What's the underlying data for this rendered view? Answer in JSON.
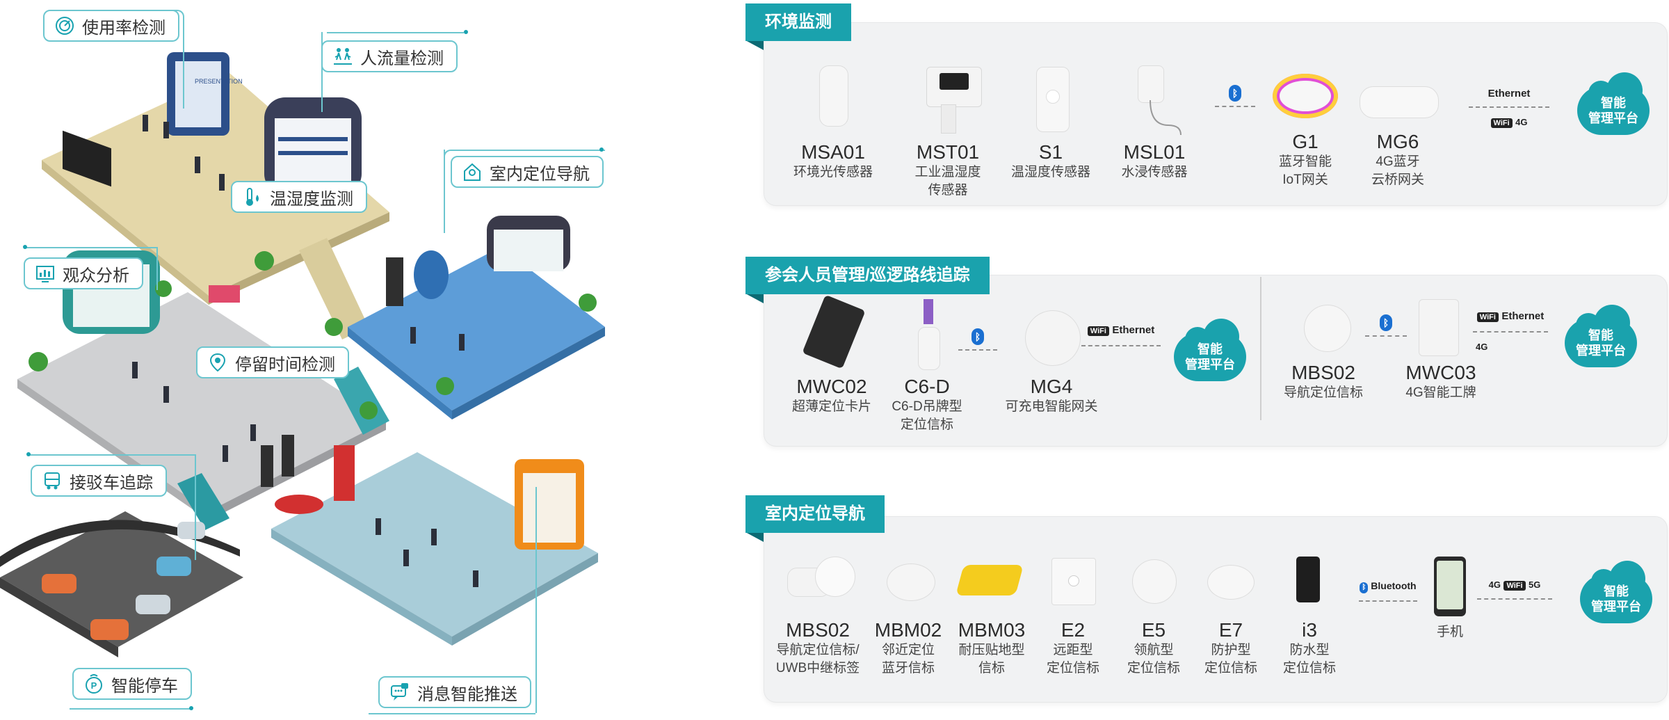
{
  "left": {
    "callouts": [
      {
        "id": "usage",
        "label": "使用率检测",
        "icon": "gauge-icon"
      },
      {
        "id": "flow",
        "label": "人流量检测",
        "icon": "people-walking-icon"
      },
      {
        "id": "nav",
        "label": "室内定位导航",
        "icon": "location-pin-icon"
      },
      {
        "id": "temp",
        "label": "温湿度监测",
        "icon": "thermometer-icon"
      },
      {
        "id": "audience",
        "label": "观众分析",
        "icon": "bar-chart-icon"
      },
      {
        "id": "dwell",
        "label": "停留时间检测",
        "icon": "map-marker-icon"
      },
      {
        "id": "shuttle",
        "label": "接驳车追踪",
        "icon": "shuttle-bus-icon"
      },
      {
        "id": "parking",
        "label": "智能停车",
        "icon": "parking-icon"
      },
      {
        "id": "push",
        "label": "消息智能推送",
        "icon": "chat-bubble-icon"
      }
    ],
    "sign_text": "PRESENTATION"
  },
  "sections": {
    "env": {
      "title": "环境监测",
      "devices": [
        {
          "name": "MSA01",
          "desc": [
            "环境光传感器"
          ]
        },
        {
          "name": "MST01",
          "desc": [
            "工业温湿度",
            "传感器"
          ]
        },
        {
          "name": "S1",
          "desc": [
            "温湿度传感器"
          ]
        },
        {
          "name": "MSL01",
          "desc": [
            "水浸传感器"
          ]
        },
        {
          "name": "G1",
          "desc": [
            "蓝牙智能",
            "IoT网关"
          ]
        },
        {
          "name": "MG6",
          "desc": [
            "4G蓝牙",
            "云桥网关"
          ]
        }
      ],
      "link": {
        "ethernet": "Ethernet",
        "wifi": "WiFi",
        "g4": "4G"
      },
      "cloud": [
        "智能",
        "管理平台"
      ]
    },
    "staff": {
      "title": "参会人员管理/巡逻路线追踪",
      "devices": [
        {
          "name": "MWC02",
          "desc": [
            "超薄定位卡片"
          ]
        },
        {
          "name": "C6-D",
          "desc": [
            "C6-D吊牌型",
            "定位信标"
          ]
        },
        {
          "name": "MG4",
          "desc": [
            "可充电智能网关"
          ]
        },
        {
          "name": "MBS02",
          "desc": [
            "导航定位信标"
          ]
        },
        {
          "name": "MWC03",
          "desc": [
            "4G智能工牌"
          ]
        }
      ],
      "link1": {
        "ethernet": "Ethernet",
        "wifi": "WiFi"
      },
      "link2": {
        "ethernet": "Ethernet",
        "wifi": "WiFi",
        "g4": "4G"
      },
      "cloud": [
        "智能",
        "管理平台"
      ]
    },
    "indoor": {
      "title": "室内定位导航",
      "devices": [
        {
          "name": "MBS02",
          "desc": [
            "导航定位信标/",
            "UWB中继标签"
          ]
        },
        {
          "name": "MBM02",
          "desc": [
            "邻近定位",
            "蓝牙信标"
          ]
        },
        {
          "name": "MBM03",
          "desc": [
            "耐压贴地型",
            "信标"
          ]
        },
        {
          "name": "E2",
          "desc": [
            "远距型",
            "定位信标"
          ]
        },
        {
          "name": "E5",
          "desc": [
            "领航型",
            "定位信标"
          ]
        },
        {
          "name": "E7",
          "desc": [
            "防护型",
            "定位信标"
          ]
        },
        {
          "name": "i3",
          "desc": [
            "防水型",
            "定位信标"
          ]
        }
      ],
      "phone": "手机",
      "bluetooth": "Bluetooth",
      "link": {
        "g4": "4G",
        "wifi": "WiFi",
        "g5": "5G"
      },
      "cloud": [
        "智能",
        "管理平台"
      ]
    }
  },
  "colors": {
    "accent": "#1aa2ad",
    "callout_border": "#6cc6cf",
    "floor_beige": "#e3d6a8",
    "floor_blue": "#5b9bd6",
    "floor_grey": "#cfd0d2",
    "floor_lightblue": "#a9ccd9",
    "floor_dark": "#4a4a4a"
  }
}
